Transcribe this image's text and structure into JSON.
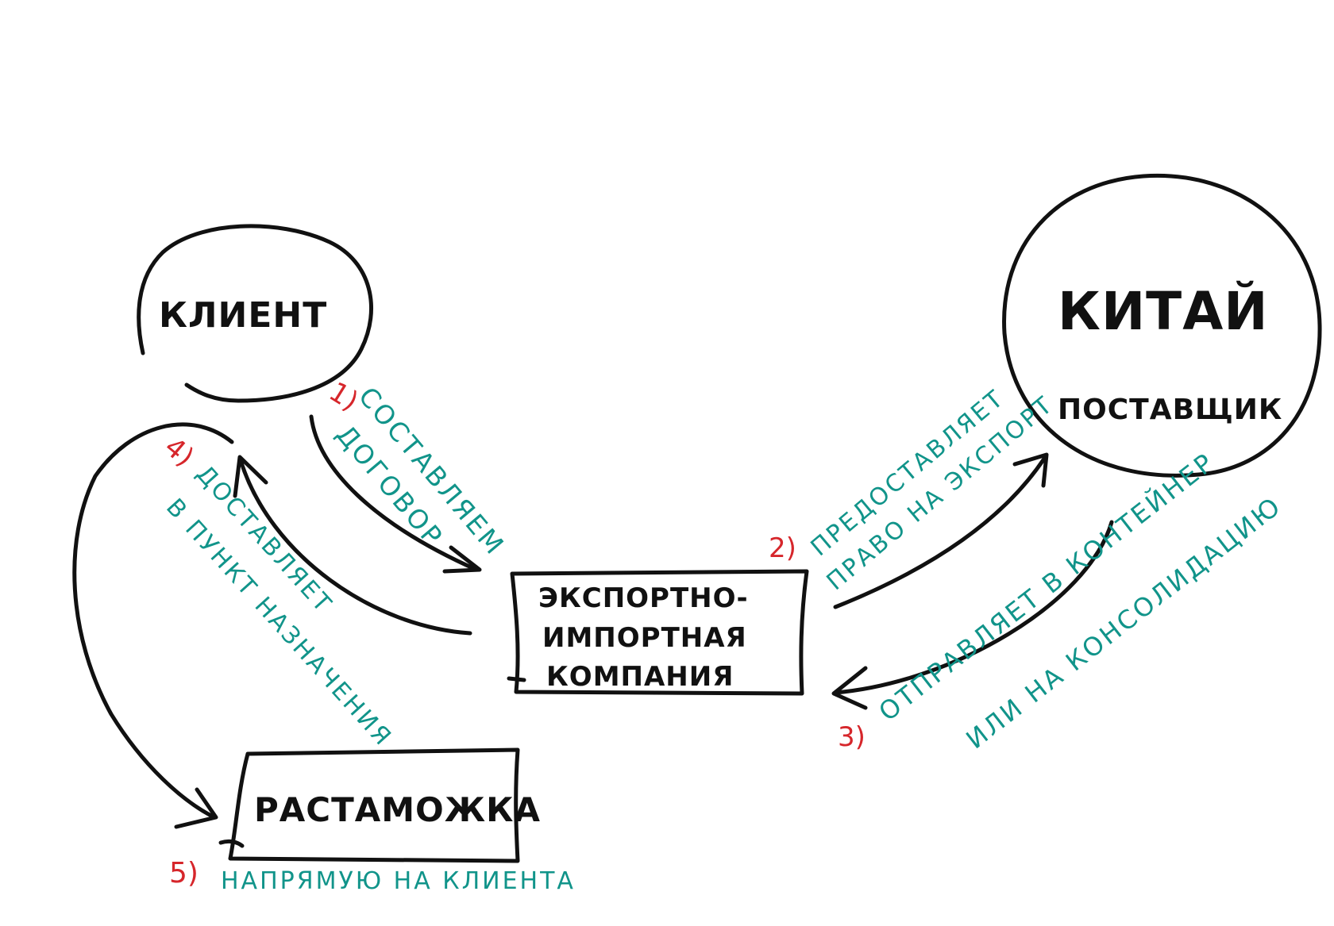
{
  "nodes": {
    "client": "КЛИЕНТ",
    "china": "КИТАЙ",
    "supplier": "ПОСТАВЩИК",
    "company_line1": "ЭКСПОРТНО-",
    "company_line2": "ИМПОРТНАЯ",
    "company_line3": "КОМПАНИЯ",
    "customs": "РАСТАМОЖКА"
  },
  "steps": [
    {
      "num": "1)",
      "line1": "СОСТАВЛЯЕМ",
      "line2": "ДОГОВОР"
    },
    {
      "num": "2)",
      "line1": "ПРЕДОСТАВЛЯЕТ",
      "line2": "ПРАВО НА ЭКСПОРТ"
    },
    {
      "num": "3)",
      "line1": "ОТПРАВЛЯЕТ В КОНТЕЙНЕР",
      "line2": "ИЛИ НА КОНСОЛИДАЦИЮ"
    },
    {
      "num": "4)",
      "line1": "ДОСТАВЛЯЕТ",
      "line2": "В ПУНКТ НАЗНАЧЕНИЯ"
    },
    {
      "num": "5)",
      "line1": "НАПРЯМУЮ НА КЛИЕНТА"
    }
  ],
  "colors": {
    "ink": "#111111",
    "step_text": "#11948a",
    "step_number": "#d6262b",
    "background": "#ffffff"
  }
}
